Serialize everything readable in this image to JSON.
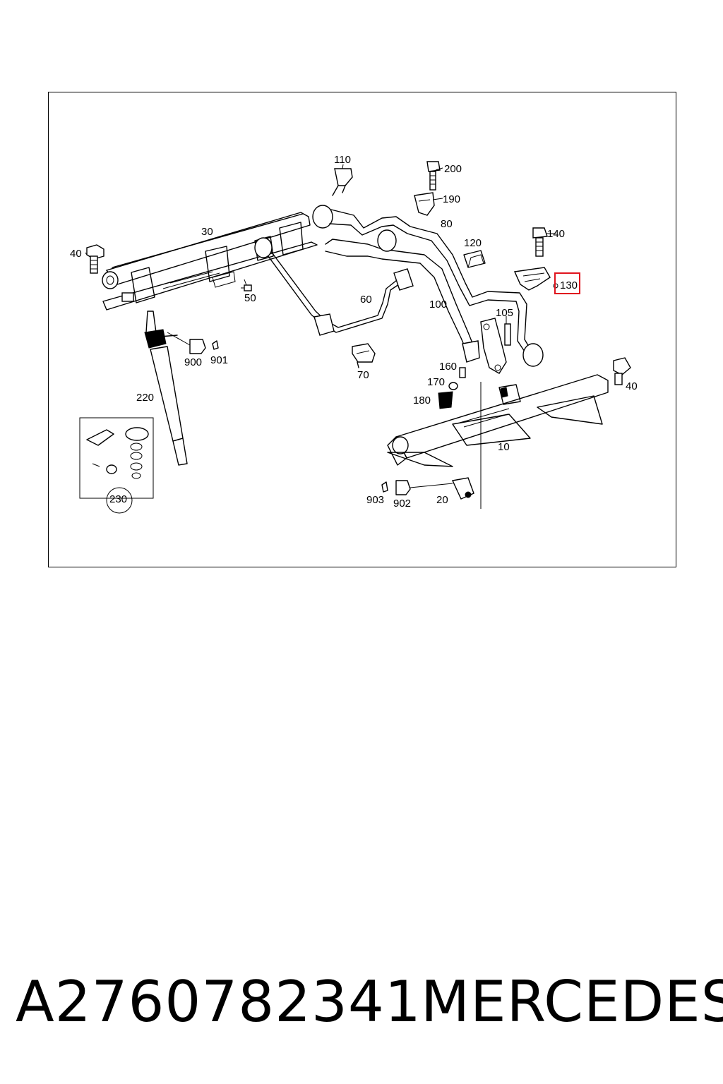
{
  "diagram": {
    "callouts": {
      "c10": "10",
      "c20": "20",
      "c30": "30",
      "c40a": "40",
      "c40b": "40",
      "c50": "50",
      "c60": "60",
      "c70": "70",
      "c80": "80",
      "c100": "100",
      "c105": "105",
      "c110": "110",
      "c120": "120",
      "c130": "130",
      "c140": "140",
      "c160": "160",
      "c170": "170",
      "c180": "180",
      "c190": "190",
      "c200": "200",
      "c220": "220",
      "c230": "230",
      "c900": "900",
      "c901": "901",
      "c902": "902",
      "c903": "903"
    },
    "highlight_color": "#e0141e"
  },
  "footer": {
    "part_number": "A2760782341",
    "brand": "MERCEDES"
  }
}
